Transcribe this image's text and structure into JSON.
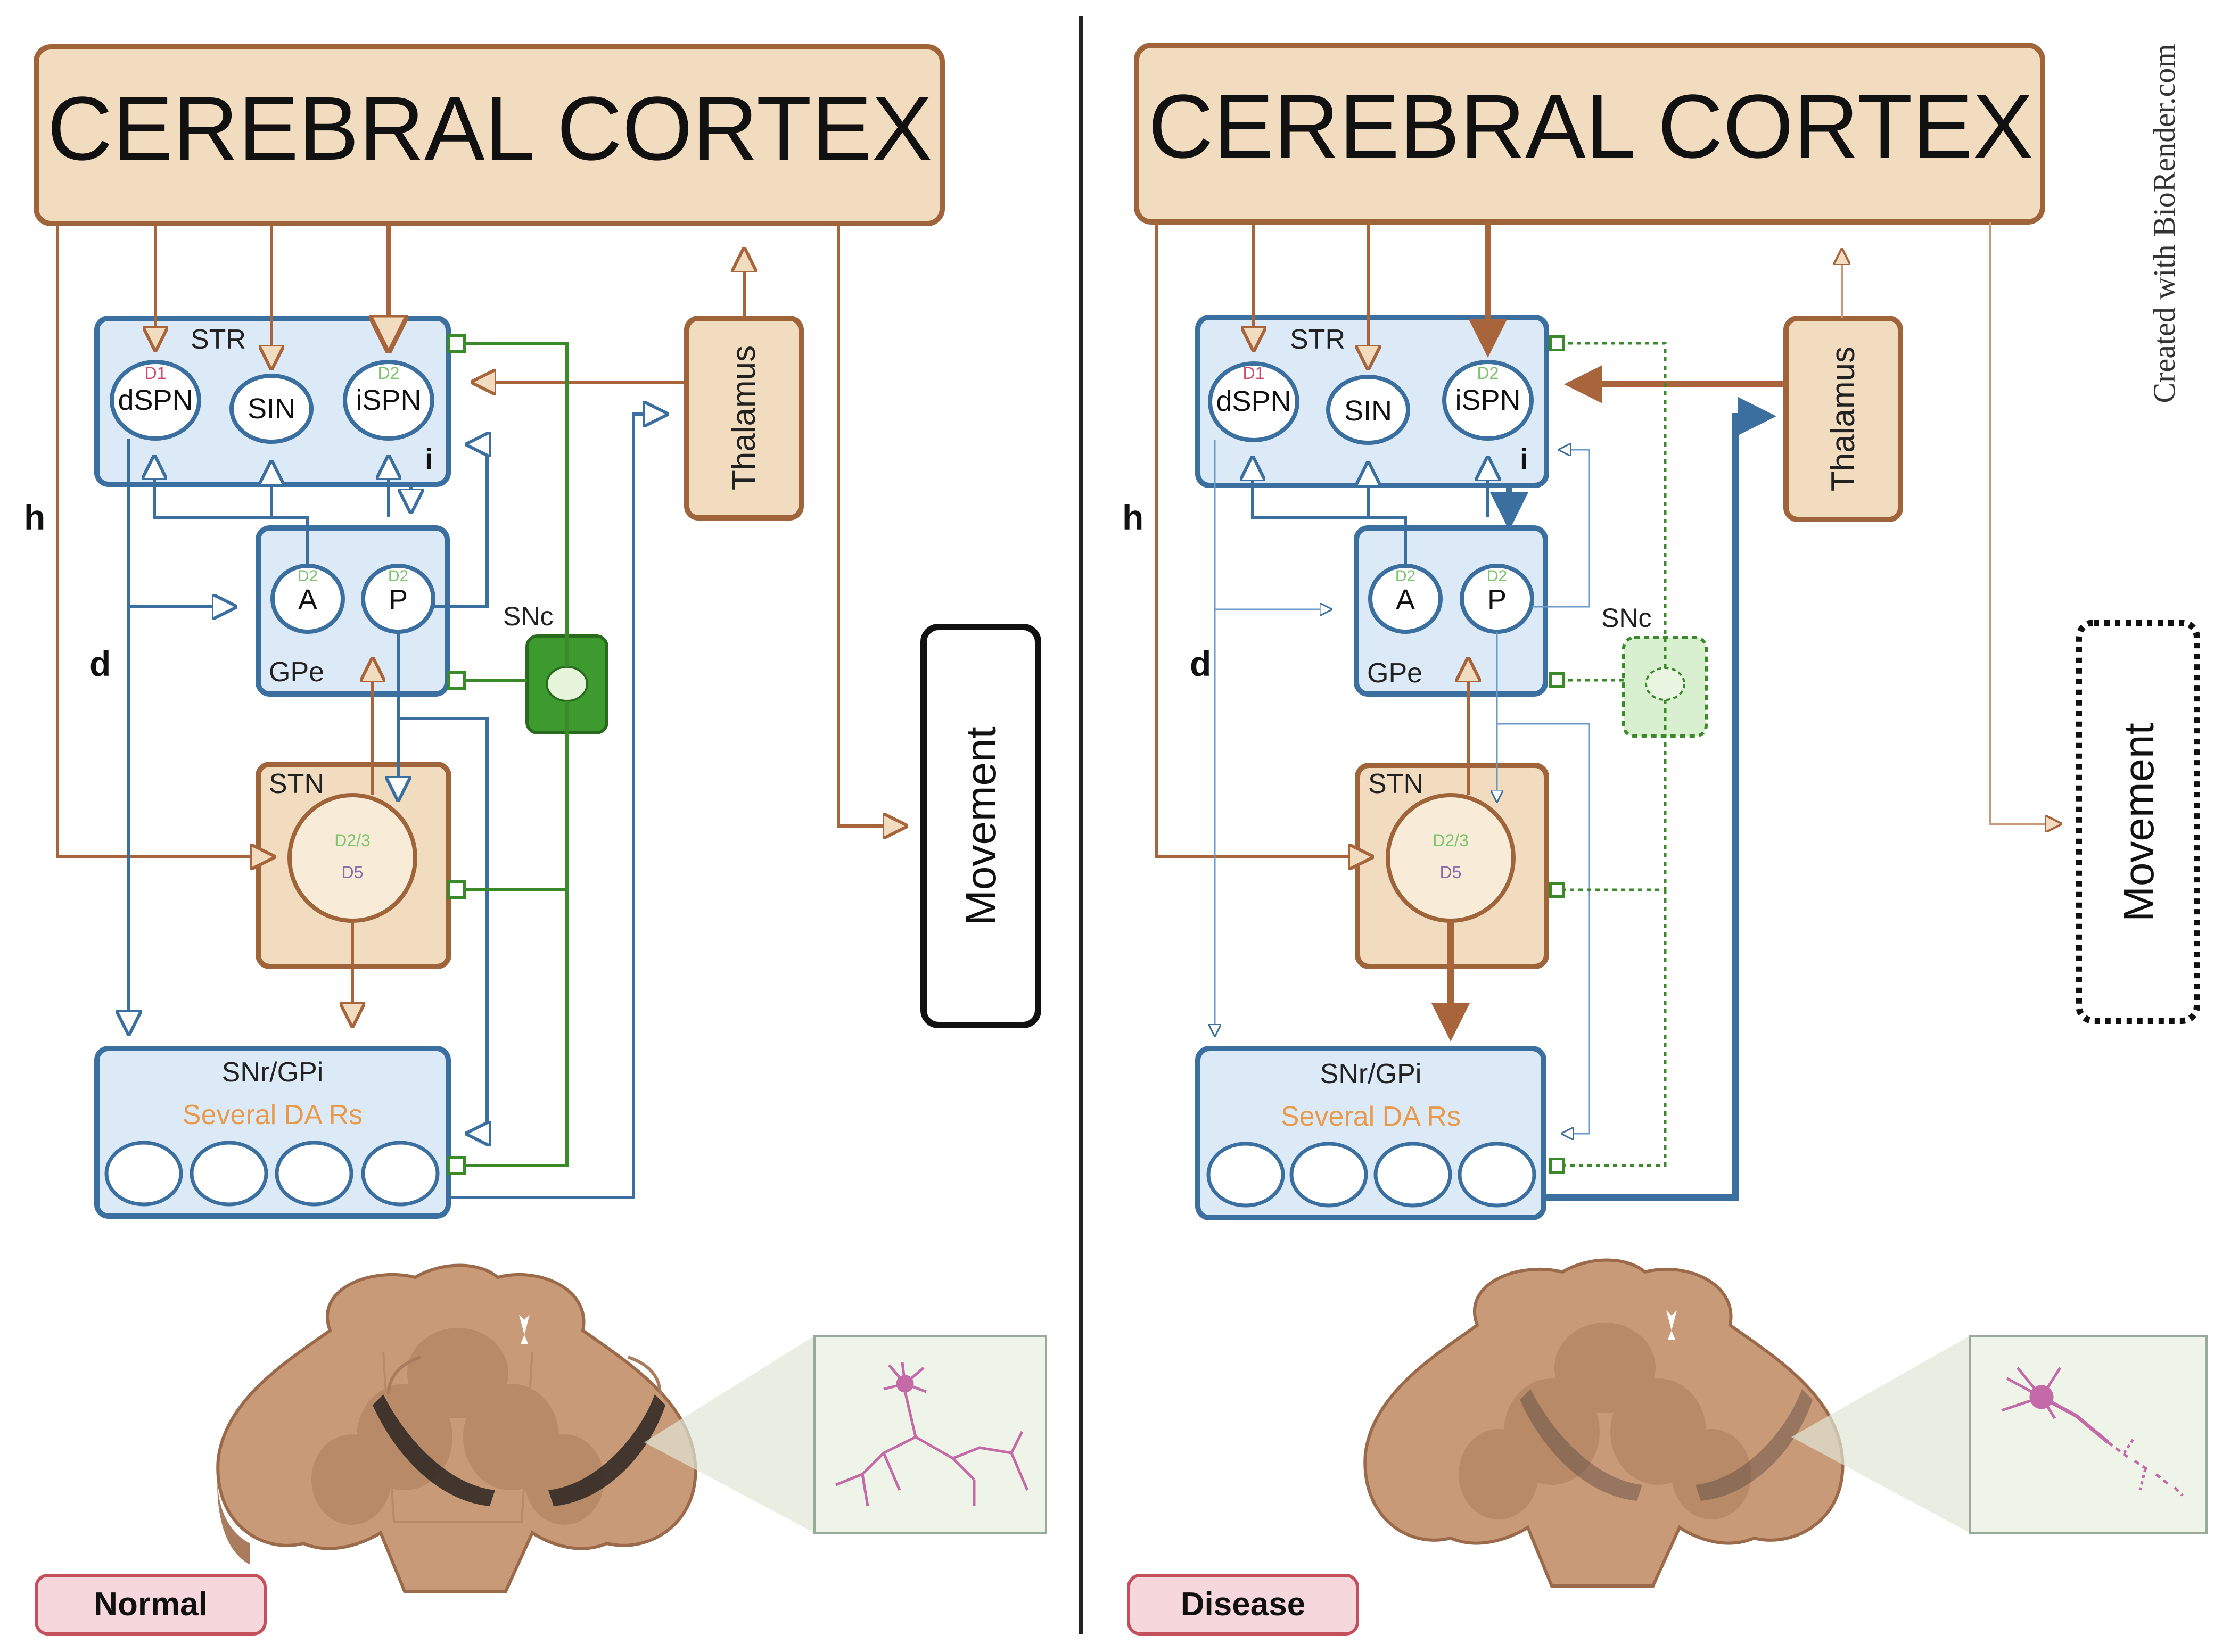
{
  "credit": "Created with BioRender.com",
  "panels": [
    {
      "id": "normal",
      "cortex": "CEREBRAL CORTEX",
      "thalamus": "Thalamus",
      "movement": "Movement",
      "str": {
        "title": "STR",
        "dspn": "dSPN",
        "dspn_receptor": "D1",
        "sin": "SIN",
        "ispn": "iSPN",
        "ispn_receptor": "D2"
      },
      "gpe": {
        "title": "GPe",
        "a": "A",
        "a_receptor": "D2",
        "p": "P",
        "p_receptor": "D2"
      },
      "snc": "SNc",
      "stn": {
        "title": "STN",
        "receptor_1": "D2/3",
        "receptor_2": "D5"
      },
      "snr": {
        "title": "SNr/GPi",
        "subtitle": "Several DA Rs"
      },
      "labels": {
        "h": "h",
        "d": "d",
        "i": "i"
      },
      "state": "Normal"
    },
    {
      "id": "disease",
      "cortex": "CEREBRAL CORTEX",
      "thalamus": "Thalamus",
      "movement": "Movement",
      "str": {
        "title": "STR",
        "dspn": "dSPN",
        "dspn_receptor": "D1",
        "sin": "SIN",
        "ispn": "iSPN",
        "ispn_receptor": "D2"
      },
      "gpe": {
        "title": "GPe",
        "a": "A",
        "a_receptor": "D2",
        "p": "P",
        "p_receptor": "D2"
      },
      "snc": "SNc",
      "stn": {
        "title": "STN",
        "receptor_1": "D2/3",
        "receptor_2": "D5"
      },
      "snr": {
        "title": "SNr/GPi",
        "subtitle": "Several DA Rs"
      },
      "labels": {
        "h": "h",
        "d": "d",
        "i": "i"
      },
      "state": "Disease"
    }
  ],
  "colors": {
    "cortex_fill": "#f2dcc0",
    "cortex_stroke": "#a0643a",
    "blue_fill": "#dceaf8",
    "blue_stroke": "#3a6fa0",
    "glutamate": "#a8643a",
    "dopamine": "#3a8a2a",
    "snc_fill": "#3c9a2e",
    "d1_label": "#d24a6a",
    "d2_label": "#7ac46a",
    "d5_label": "#8a6aa8",
    "several_da": "#e89a4a",
    "tag_fill": "#f6d8dc",
    "tag_stroke": "#c4505e",
    "brain_fill": "#c99a78",
    "neuron": "#c46aa8"
  }
}
